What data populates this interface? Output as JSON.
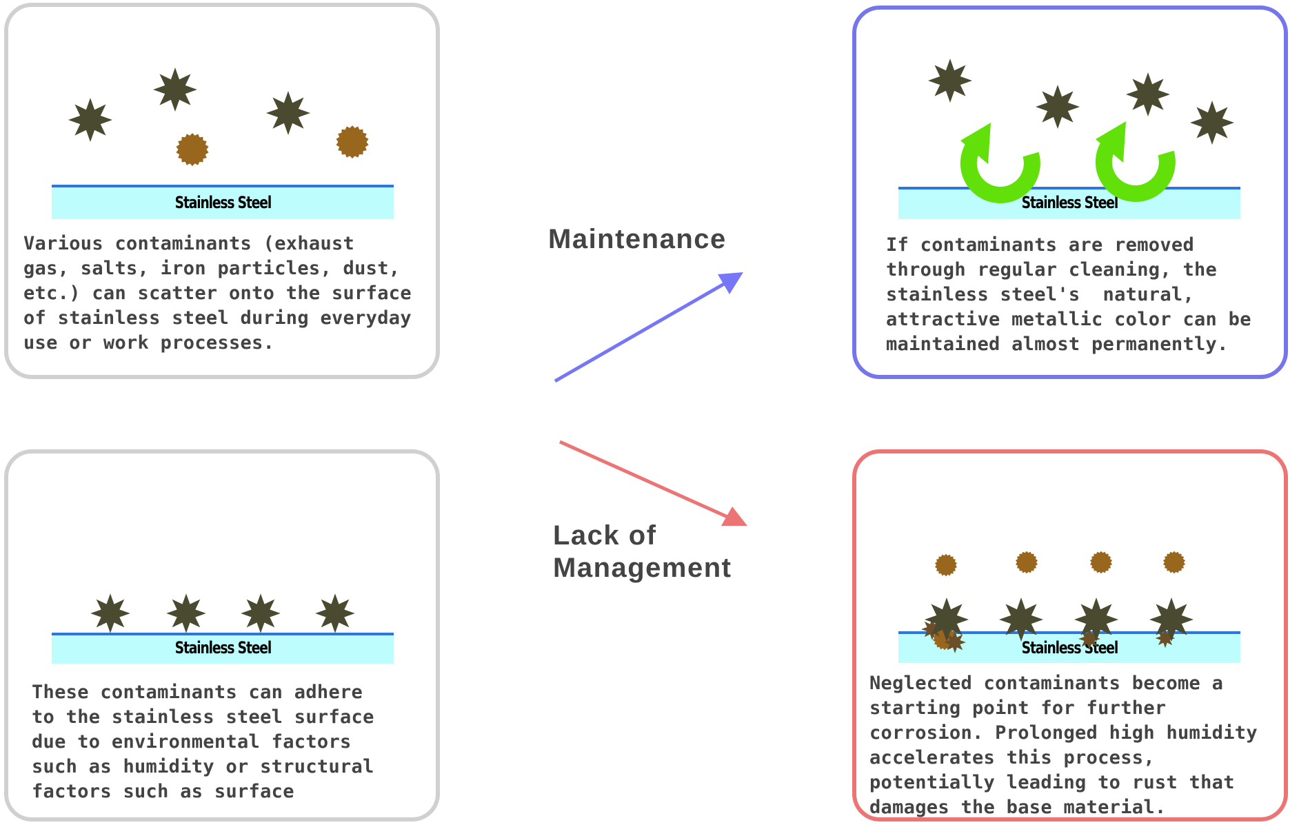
{
  "colors": {
    "neutral_border": "#d0d0d0",
    "maintenance_accent": "#7676ec",
    "neglect_accent": "#ec7474",
    "steel_fill": "#bdfdfd",
    "steel_surface": "#2f76dc",
    "contaminant_particle": "#4a4a30",
    "rust_particle": "#99661e",
    "cleaning_arrow": "#61e00a",
    "text": "#434343"
  },
  "panels": {
    "scatter": {
      "steel_label": "Stainless Steel",
      "description": "Various contaminants (exhaust\ngas, salts, iron particles, dust,\netc.) can scatter onto the surface\nof stainless steel during everyday\nuse or work processes.",
      "particles": {
        "contaminants": 3,
        "rust_spots": 2
      }
    },
    "adhere": {
      "steel_label": "Stainless Steel",
      "description": "These contaminants can adhere\nto the stainless steel surface\ndue to environmental factors\nsuch as humidity or structural\nfactors such as surface",
      "particles": {
        "contaminants": 4
      }
    },
    "maintained": {
      "steel_label": "Stainless Steel",
      "description": "If contaminants are removed\nthrough regular cleaning, the\nstainless steel's  natural,\nattractive metallic color can be\nmaintained almost permanently.",
      "particles": {
        "contaminants": 4,
        "cleaning_arrows": 2
      }
    },
    "neglected": {
      "steel_label": "Stainless Steel",
      "description": "Neglected contaminants become a\nstarting point for further\ncorrosion. Prolonged high humidity\naccelerates this process,\npotentially leading to rust that\ndamages the base material.",
      "particles": {
        "contaminants": 4,
        "rust_spots": 4,
        "embedded_rust": 4
      }
    }
  },
  "transitions": {
    "maintenance": {
      "label": "Maintenance"
    },
    "lack_of_management": {
      "label": "Lack of\nManagement"
    }
  }
}
